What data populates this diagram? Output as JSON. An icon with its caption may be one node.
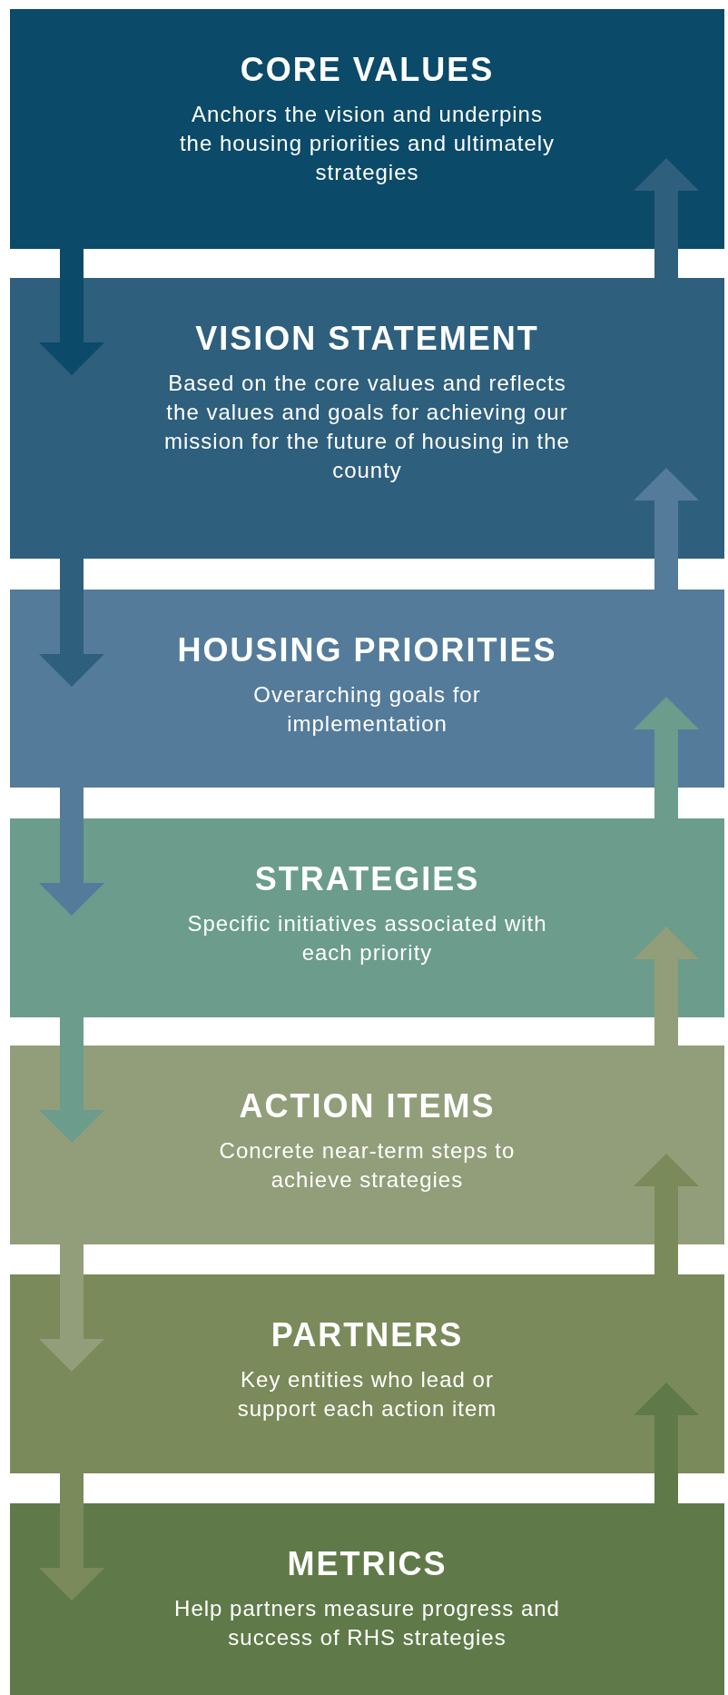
{
  "diagram": {
    "nodes": [
      {
        "text": [
          "CORE VALUES",
          "Anchors the vision and underpins the housing priorities and ultimately strategies"
        ]
      },
      {
        "text": [
          "VISION STATEMENT",
          "Based on the core values and reflects the values and goals for achieving our mission for the future of housing in the county"
        ]
      },
      {
        "text": [
          "HOUSING PRIORITIES",
          "Overarching goals for implementation"
        ]
      },
      {
        "text": [
          "STRATEGIES",
          "Specific initiatives associated with each priority"
        ]
      },
      {
        "text": [
          "ACTION ITEMS",
          "Concrete near-term steps to achieve strategies"
        ]
      },
      {
        "text": [
          "PARTNERS",
          "Key entities who lead or support each action item"
        ]
      },
      {
        "text": [
          "METRICS",
          "Help partners measure progress and success of RHS strategies"
        ]
      }
    ],
    "edges": [
      {
        "from": 0,
        "to": 1,
        "arrow": "to",
        "color": "#0b4a68"
      },
      {
        "from": 1,
        "to": 2,
        "arrow": "to",
        "color": "#2e5f7d"
      },
      {
        "from": 2,
        "to": 3,
        "arrow": "to",
        "color": "#547b9a"
      },
      {
        "from": 3,
        "to": 4,
        "arrow": "to",
        "color": "#6b9c8c"
      },
      {
        "from": 4,
        "to": 5,
        "arrow": "to",
        "color": "#929e79"
      },
      {
        "from": 5,
        "to": 6,
        "arrow": "to",
        "color": "#7a8a5a"
      },
      {
        "from": 1,
        "to": 0,
        "arrow": "to",
        "color": "#2e5f7d"
      },
      {
        "from": 2,
        "to": 1,
        "arrow": "to",
        "color": "#547b9a"
      },
      {
        "from": 3,
        "to": 2,
        "arrow": "to",
        "color": "#6b9c8c"
      },
      {
        "from": 4,
        "to": 3,
        "arrow": "to",
        "color": "#929e79"
      },
      {
        "from": 5,
        "to": 4,
        "arrow": "to",
        "color": "#7a8a5a"
      },
      {
        "from": 6,
        "to": 5,
        "arrow": "to",
        "color": "#5f7a48"
      }
    ]
  }
}
